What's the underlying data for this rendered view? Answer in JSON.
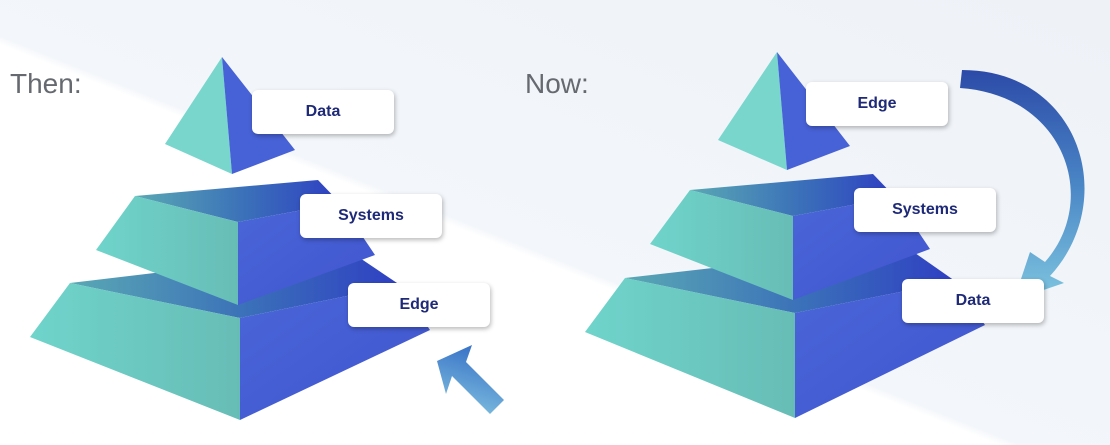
{
  "then": {
    "heading": "Then:",
    "layers": [
      "Data",
      "Systems",
      "Edge"
    ]
  },
  "now": {
    "heading": "Now:",
    "layers": [
      "Edge",
      "Systems",
      "Data"
    ]
  },
  "colors": {
    "teal": "#72d3c9",
    "blue": "#4460d6",
    "label_text": "#1e2a78"
  }
}
